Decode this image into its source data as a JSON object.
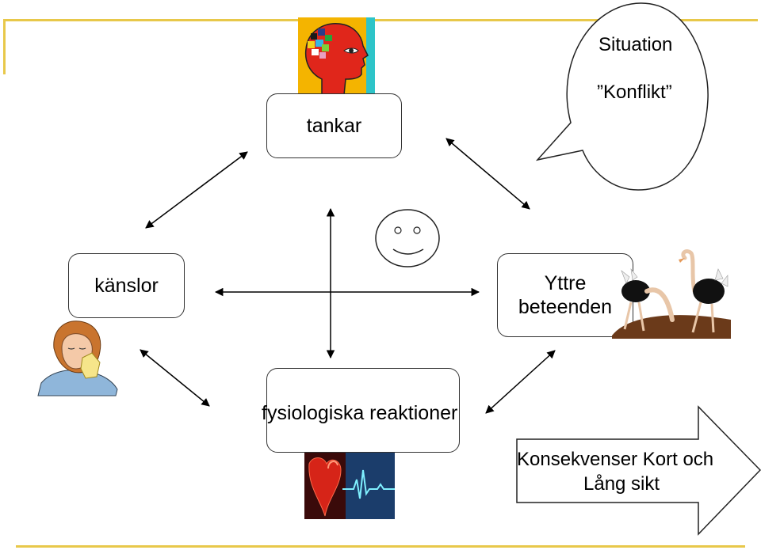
{
  "nodes": {
    "tankar": "tankar",
    "kanslor": "känslor",
    "yttre": [
      "Yttre",
      "beteenden"
    ],
    "fysiologiska": "fysiologiska reaktioner"
  },
  "bubble": {
    "line1": "Situation",
    "line2": "”Konflikt”"
  },
  "arrow_box": {
    "line1": "Konsekvenser Kort och",
    "line2": "Lång sikt"
  },
  "colors": {
    "frame": "#e8c84a",
    "border": "#333333"
  },
  "icons": [
    "head-puzzle-icon",
    "smiley-face-icon",
    "crying-woman-icon",
    "ostriches-icon",
    "heart-ecg-icon"
  ]
}
